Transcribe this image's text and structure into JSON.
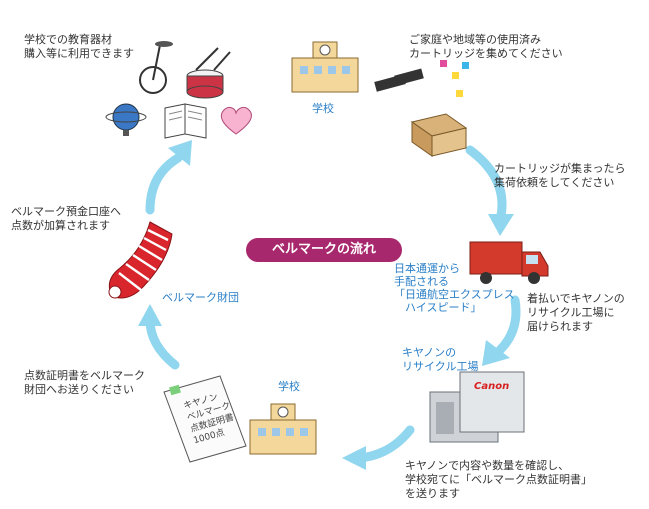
{
  "center_label": "ベルマークの流れ",
  "steps": {
    "collect": "ご家庭や地域等の使用済み\nカートリッジを集めてください",
    "pickup": "カートリッジが集まったら\n集荷依頼をしてください",
    "ship": "着払いでキヤノンの\nリサイクル工場に\n届けられます",
    "confirm": "キヤノンで内容や数量を確認し、\n学校宛てに「ベルマーク点数証明書」\nを送ります",
    "send_cert": "点数証明書をベルマーク\n財団へお送りください",
    "points": "ベルマーク預金口座へ\n点数が加算されます",
    "use": "学校での教育器材\n購入等に利用できます"
  },
  "labels": {
    "school_top": "学校",
    "school_bottom": "学校",
    "carrier": "日本通運から\n手配される\n「日通航空エクスプレス\n　ハイスピード」",
    "factory": "キヤノンの\nリサイクル工場",
    "foundation": "ベルマーク財団",
    "canon_logo": "Canon",
    "certificate": "キヤノン\nベルマーク\n点数証明書\n1000点"
  },
  "colors": {
    "arrow": "#8fd6ee",
    "accent": "#a8286e",
    "bell_red": "#d9262c",
    "label_blue": "#2a7fc7"
  }
}
